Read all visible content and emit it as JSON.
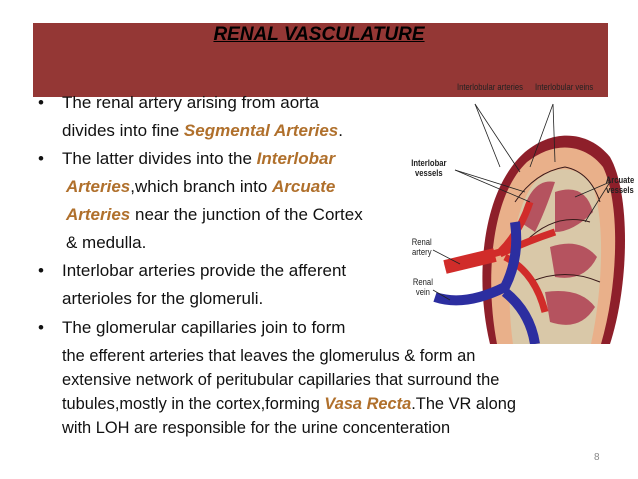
{
  "title": "RENAL VASCULATURE",
  "bullets": [
    {
      "l1": "The renal artery arising from aorta",
      "l2a": "divides into fine ",
      "l2h": "Segmental Arteries",
      "l2b": "."
    },
    {
      "l1a": "The latter divides into the ",
      "l1h": "Interlobar",
      "l2h": "Arteries",
      "l2a": ",which branch into ",
      "l2h2": "Arcuate",
      "l3h": "Arteries",
      "l3a": " near the junction of the Cortex",
      "l4": "& medulla."
    },
    {
      "l1": "Interlobar arteries provide the afferent",
      "l2": "arterioles for the glomeruli."
    },
    {
      "l1": "The glomerular capillaries join to form",
      "l2": "the efferent arteries that leaves the glomerulus & form an",
      "l3": "extensive network of peritubular capillaries that surround the",
      "l4a": "tubules,mostly in the cortex,forming ",
      "l4h": "Vasa Recta",
      "l4b": ".The VR along",
      "l5": "with LOH are responsible for the urine concenteration"
    }
  ],
  "figure_labels": {
    "interlobular_arteries": "Interlobular arteries",
    "interlobular_veins": "Interlobular veins",
    "interlobar_vessels": "Interlobar vessels",
    "arcuate_vessels": "Arcuate vessels",
    "renal_artery": "Renal artery",
    "renal_vein": "Renal vein"
  },
  "colors": {
    "banner": "#943735",
    "highlight": "#b0702c"
  },
  "page_number": "8"
}
